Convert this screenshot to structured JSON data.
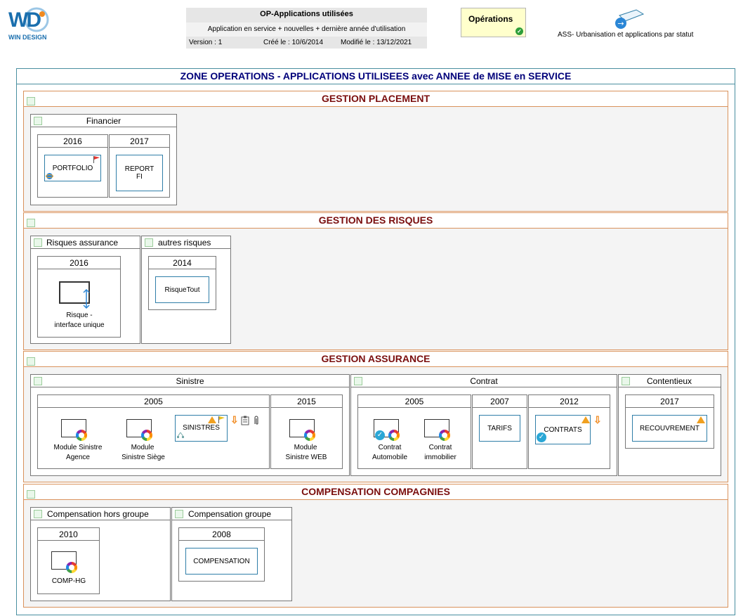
{
  "header": {
    "logo_letters": "WD",
    "logo_brand": "WIN DESIGN",
    "title": "OP-Applications utilisées",
    "subtitle": "Application en service + nouvelles + dernière année d'utilisation",
    "version": "Version : 1",
    "created": "Créé le : 10/6/2014",
    "modified": "Modifié le : 13/12/2021",
    "operations_label": "Opérations",
    "link_label": "ASS- Urbanisation et applications par statut"
  },
  "zone": {
    "title": "ZONE OPERATIONS - APPLICATIONS UTILISEES avec ANNEE de MISE en SERVICE"
  },
  "sections": [
    {
      "title": "GESTION PLACEMENT"
    },
    {
      "title": "GESTION DES RISQUES"
    },
    {
      "title": "GESTION ASSURANCE"
    },
    {
      "title": "COMPENSATION COMPAGNIES"
    }
  ],
  "groups": {
    "financier": "Financier",
    "risques_assurance": "Risques assurance",
    "autres_risques": "autres risques",
    "sinistre": "Sinistre",
    "contrat": "Contrat",
    "contentieux": "Contentieux",
    "comp_hors_groupe": "Compensation hors groupe",
    "comp_groupe": "Compensation groupe"
  },
  "years": {
    "fin_2016": "2016",
    "fin_2017": "2017",
    "ra_2016": "2016",
    "ar_2014": "2014",
    "sin_2005": "2005",
    "sin_2015": "2015",
    "con_2005": "2005",
    "con_2007": "2007",
    "con_2012": "2012",
    "cnt_2017": "2017",
    "chg_2010": "2010",
    "cg_2008": "2008"
  },
  "apps": {
    "portfolio": "PORTFOLIO",
    "report_fi_1": "REPORT",
    "report_fi_2": "FI",
    "risque_iu_1": "Risque -",
    "risque_iu_2": "interface unique",
    "risquetout": "RisqueTout",
    "mod_sin_agence_1": "Module Sinistre",
    "mod_sin_agence_2": "Agence",
    "mod_sin_siege_1": "Module",
    "mod_sin_siege_2": "Sinistre Siège",
    "sinistres": "SINISTRES",
    "mod_sin_web_1": "Module",
    "mod_sin_web_2": "Sinistre WEB",
    "contrat_auto_1": "Contrat",
    "contrat_auto_2": "Automobile",
    "contrat_immo_1": "Contrat",
    "contrat_immo_2": "immobilier",
    "tarifs": "TARIFS",
    "contrats": "CONTRATS",
    "recouvrement": "RECOUVREMENT",
    "comp_hg": "COMP-HG",
    "compensation": "COMPENSATION"
  },
  "colors": {
    "zone_title": "#00007a",
    "section_title": "#7a0e0e",
    "section_border": "#d9925c",
    "app_border": "#2f7ea8"
  }
}
